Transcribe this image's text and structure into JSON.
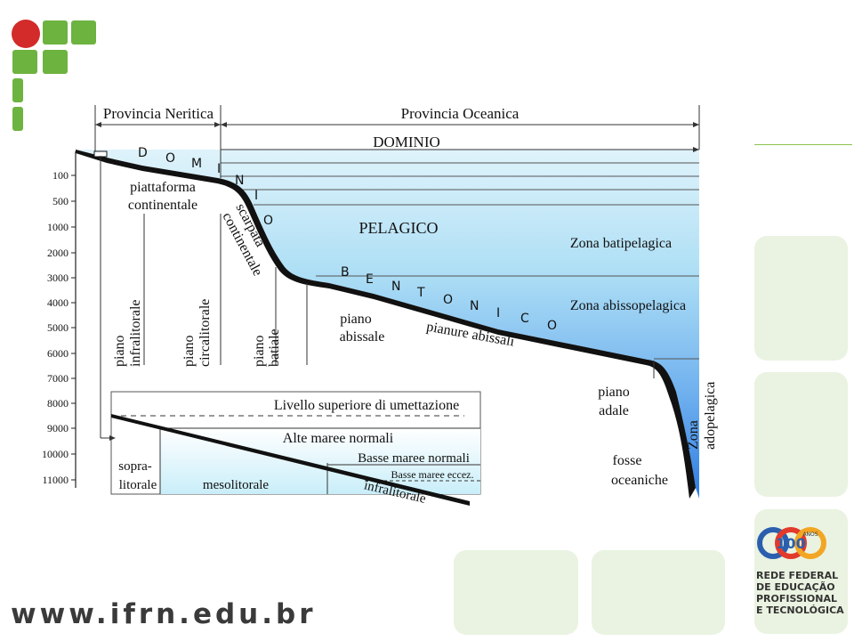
{
  "colors": {
    "logo_red": "#d32a2a",
    "logo_green": "#6db33f",
    "pale_green": "#eaf3e1",
    "water_light": "#dff3fb",
    "water_deep": "#3d86e6"
  },
  "diagram": {
    "province_neritica": "Provincia Neritica",
    "province_oceanica": "Provincia Oceanica",
    "dominio": "DOMINIO",
    "pelagico": "PELAGICO",
    "dominio_letters": [
      "D",
      "O",
      "M",
      "I",
      "N",
      "I",
      "O"
    ],
    "bentonico_letters": [
      "B",
      "E",
      "N",
      "T",
      "O",
      "N",
      "I",
      "C",
      "O"
    ],
    "piattaforma_1": "piattaforma",
    "piattaforma_2": "continentale",
    "scarpata_1": "scarpata",
    "scarpata_2": "continentale",
    "zona_batipelagica": "Zona batipelagica",
    "zona_abissopelagica": "Zona abissopelagica",
    "piano_abissale_1": "piano",
    "piano_abissale_2": "abissale",
    "pianure_abissali": "pianure abissali",
    "piano_adale_1": "piano",
    "piano_adale_2": "adale",
    "fosse_1": "fosse",
    "fosse_2": "oceaniche",
    "zona_adopelagica_1": "Zona",
    "zona_adopelagica_2": "adopelagica",
    "piano_infralitorale_1": "piano",
    "piano_infralitorale_2": "infralitorale",
    "piano_circalitorale_1": "piano",
    "piano_circalitorale_2": "circalitorale",
    "piano_batiale_1": "piano",
    "piano_batiale_2": "batiale",
    "depth_labels": [
      "100",
      "500",
      "1000",
      "2000",
      "3000",
      "4000",
      "5000",
      "6000",
      "7000",
      "8000",
      "9000",
      "10000",
      "11000"
    ]
  },
  "inset": {
    "livello": "Livello superiore di umettazione",
    "alte_maree": "Alte maree normali",
    "basse_maree": "Basse maree normali",
    "basse_maree_eccez": "Basse maree eccez.",
    "sopralitorale_1": "sopra-",
    "sopralitorale_2": "litorale",
    "mesolitorale": "mesolitorale",
    "infralitorale": "infralitorale"
  },
  "footer": {
    "url": "www.ifrn.edu.br",
    "logo_lines": [
      "REDE FEDERAL",
      "DE EDUCAÇÃO",
      "PROFISSIONAL",
      "E TECNOLÓGICA"
    ],
    "logo_number": "100",
    "logo_anos": "ANOS"
  }
}
